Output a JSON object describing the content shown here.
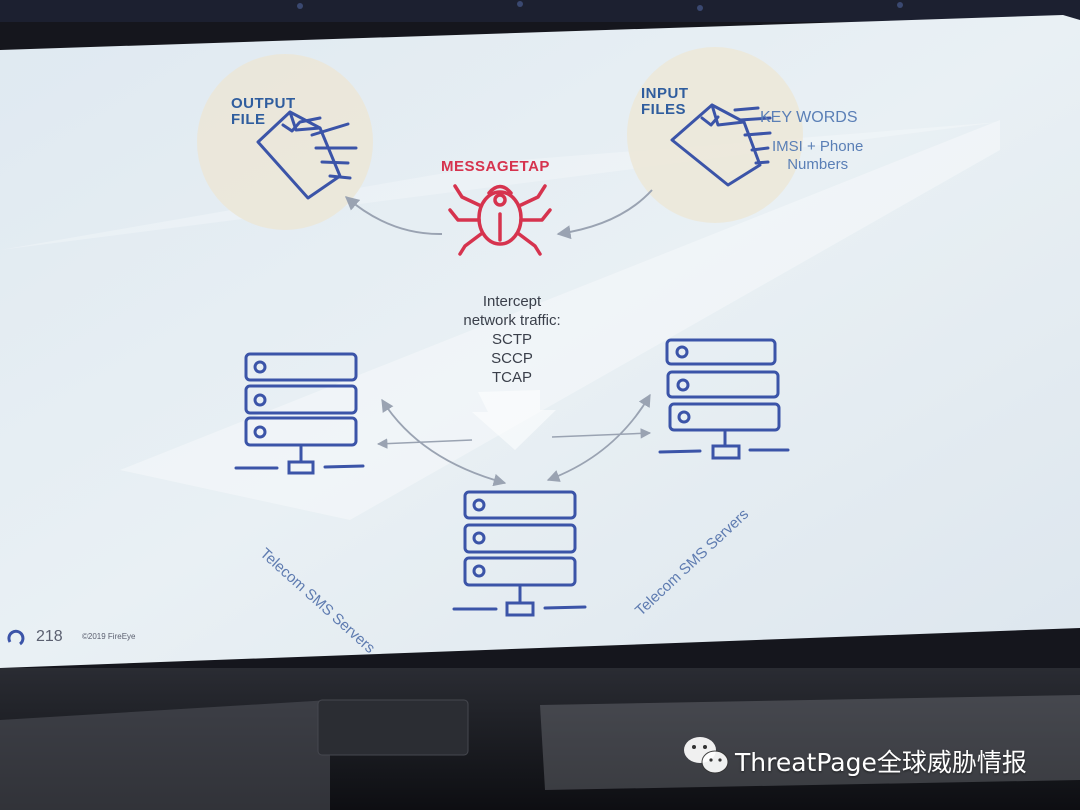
{
  "slide": {
    "output_file_label": [
      "OUTPUT",
      "FILE"
    ],
    "input_files_label": [
      "INPUT",
      "FILES"
    ],
    "malware_name": "MESSAGETAP",
    "keywords_label": "KEY WORDS",
    "imsi_label": [
      "IMSI + Phone",
      "Numbers"
    ],
    "intercept_label": [
      "Intercept",
      "network traffic:",
      "SCTP",
      "SCCP",
      "TCAP"
    ],
    "left_servers_label": "Telecom SMS Servers",
    "right_servers_label": "Telecom SMS Servers",
    "page_number": "218",
    "copyright": "©2019 FireEye"
  },
  "watermark": {
    "text": "ThreatPage全球威胁情报",
    "icon": "wechat-icon"
  },
  "colors": {
    "slide_bg": "#e3ecf3",
    "icon_blue": "#3b54a8",
    "bug_red": "#d6334e",
    "arrow_grey": "#9aa3b2"
  }
}
